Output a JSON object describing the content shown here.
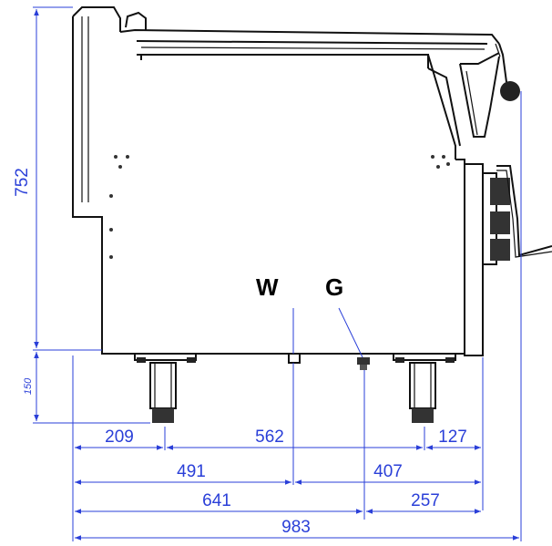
{
  "drawing": {
    "labels": {
      "connection_w": "W",
      "connection_g": "G"
    },
    "dimensions": {
      "height_total": "752",
      "height_feet": "150",
      "d_209": "209",
      "d_562": "562",
      "d_127": "127",
      "d_491": "491",
      "d_407": "407",
      "d_641": "641",
      "d_257": "257",
      "d_983": "983"
    },
    "colors": {
      "dimension": "#2a3fd8",
      "outline": "#111111"
    }
  }
}
